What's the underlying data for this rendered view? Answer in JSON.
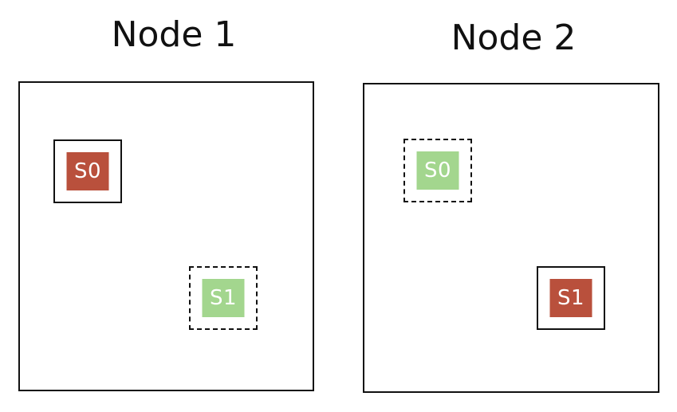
{
  "colors": {
    "primary": "#B9503C",
    "replica": "#A3D68E",
    "outline": "#111111"
  },
  "nodes": [
    {
      "title": "Node 1",
      "shards": [
        {
          "label": "S0",
          "role": "primary"
        },
        {
          "label": "S1",
          "role": "replica"
        }
      ]
    },
    {
      "title": "Node 2",
      "shards": [
        {
          "label": "S0",
          "role": "replica"
        },
        {
          "label": "S1",
          "role": "primary"
        }
      ]
    }
  ]
}
